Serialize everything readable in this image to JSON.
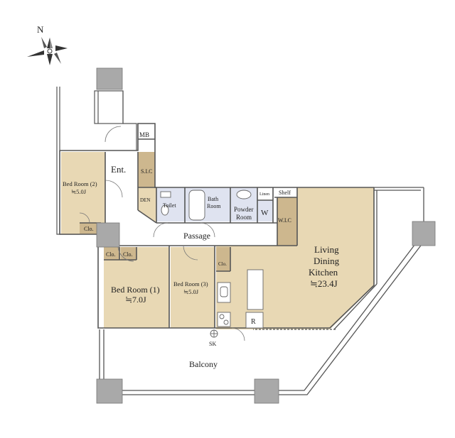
{
  "compass": {
    "north_label": "N"
  },
  "rooms": {
    "mb": "MB",
    "entrance": "Ent.",
    "sic": "S.I.C",
    "den": "DEN",
    "toilet": "Toilet",
    "bath_line1": "Bath",
    "bath_line2": "Room",
    "linen": "Linen",
    "shelf": "Shelf",
    "powder_line1": "Powder",
    "powder_line2": "Room",
    "washer": "W",
    "wic": "W.I.C",
    "bed2_line1": "Bed Room (2)",
    "bed2_line2": "≒5.0J",
    "clo_bed2": "Clo.",
    "passage": "Passage",
    "clo_a": "Clo.",
    "clo_b": "Clo.",
    "bed1_line1": "Bed Room (1)",
    "bed1_line2": "≒7.0J",
    "bed3_line1": "Bed Room (3)",
    "bed3_line2": "≒5.0J",
    "clo_bed3": "Clo.",
    "ldk_line1": "Living",
    "ldk_line2": "Dining",
    "ldk_line3": "Kitchen",
    "ldk_line4": "≒23.4J",
    "fridge": "R",
    "sk": "SK",
    "balcony": "Balcony"
  },
  "colors": {
    "room_tan": "#e8d8b4",
    "closet_tan": "#cdb78e",
    "wet_blue": "#dfe3f0",
    "wall": "#555555",
    "column": "#a9a9a9"
  }
}
